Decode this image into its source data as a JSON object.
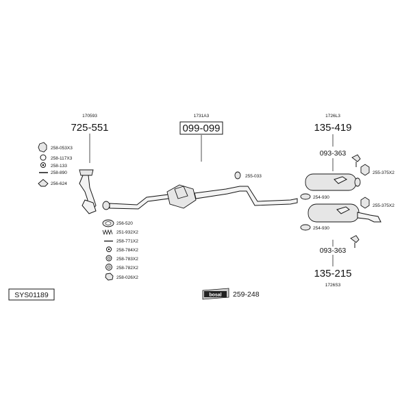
{
  "main": {
    "sys_code": "SYS01189",
    "ref_170593": "170593",
    "num_725551": "725-551",
    "ref_1731a3": "1731A3",
    "num_099099": "099-099",
    "ref_1726l3": "1726L3",
    "num_135419": "135-419",
    "num_093363_top": "093-363",
    "num_255375x2_top": "255-375X2",
    "num_255033": "255-033",
    "num_254930_top": "254-930",
    "num_255375x2_bot": "255-375X2",
    "num_254930_bot": "254-930",
    "num_093363_bot": "093-363",
    "num_135215": "135-215",
    "ref_1726s3": "1726S3",
    "brand": "bosal",
    "num_259248": "259-248"
  },
  "left_parts": [
    {
      "label": "258-053X3"
    },
    {
      "label": "258-117X3"
    },
    {
      "label": "258-133"
    },
    {
      "label": "258-890"
    },
    {
      "label": "256-624"
    }
  ],
  "center_parts": [
    {
      "label": "256-520"
    },
    {
      "label": "251-932X2"
    },
    {
      "label": "258-771X2"
    },
    {
      "label": "258-784X2"
    },
    {
      "label": "258-783X2"
    },
    {
      "label": "258-782X2"
    },
    {
      "label": "258-026X2"
    }
  ],
  "colors": {
    "stroke": "#111111",
    "fill": "#e6e6e6",
    "background": "#ffffff"
  }
}
